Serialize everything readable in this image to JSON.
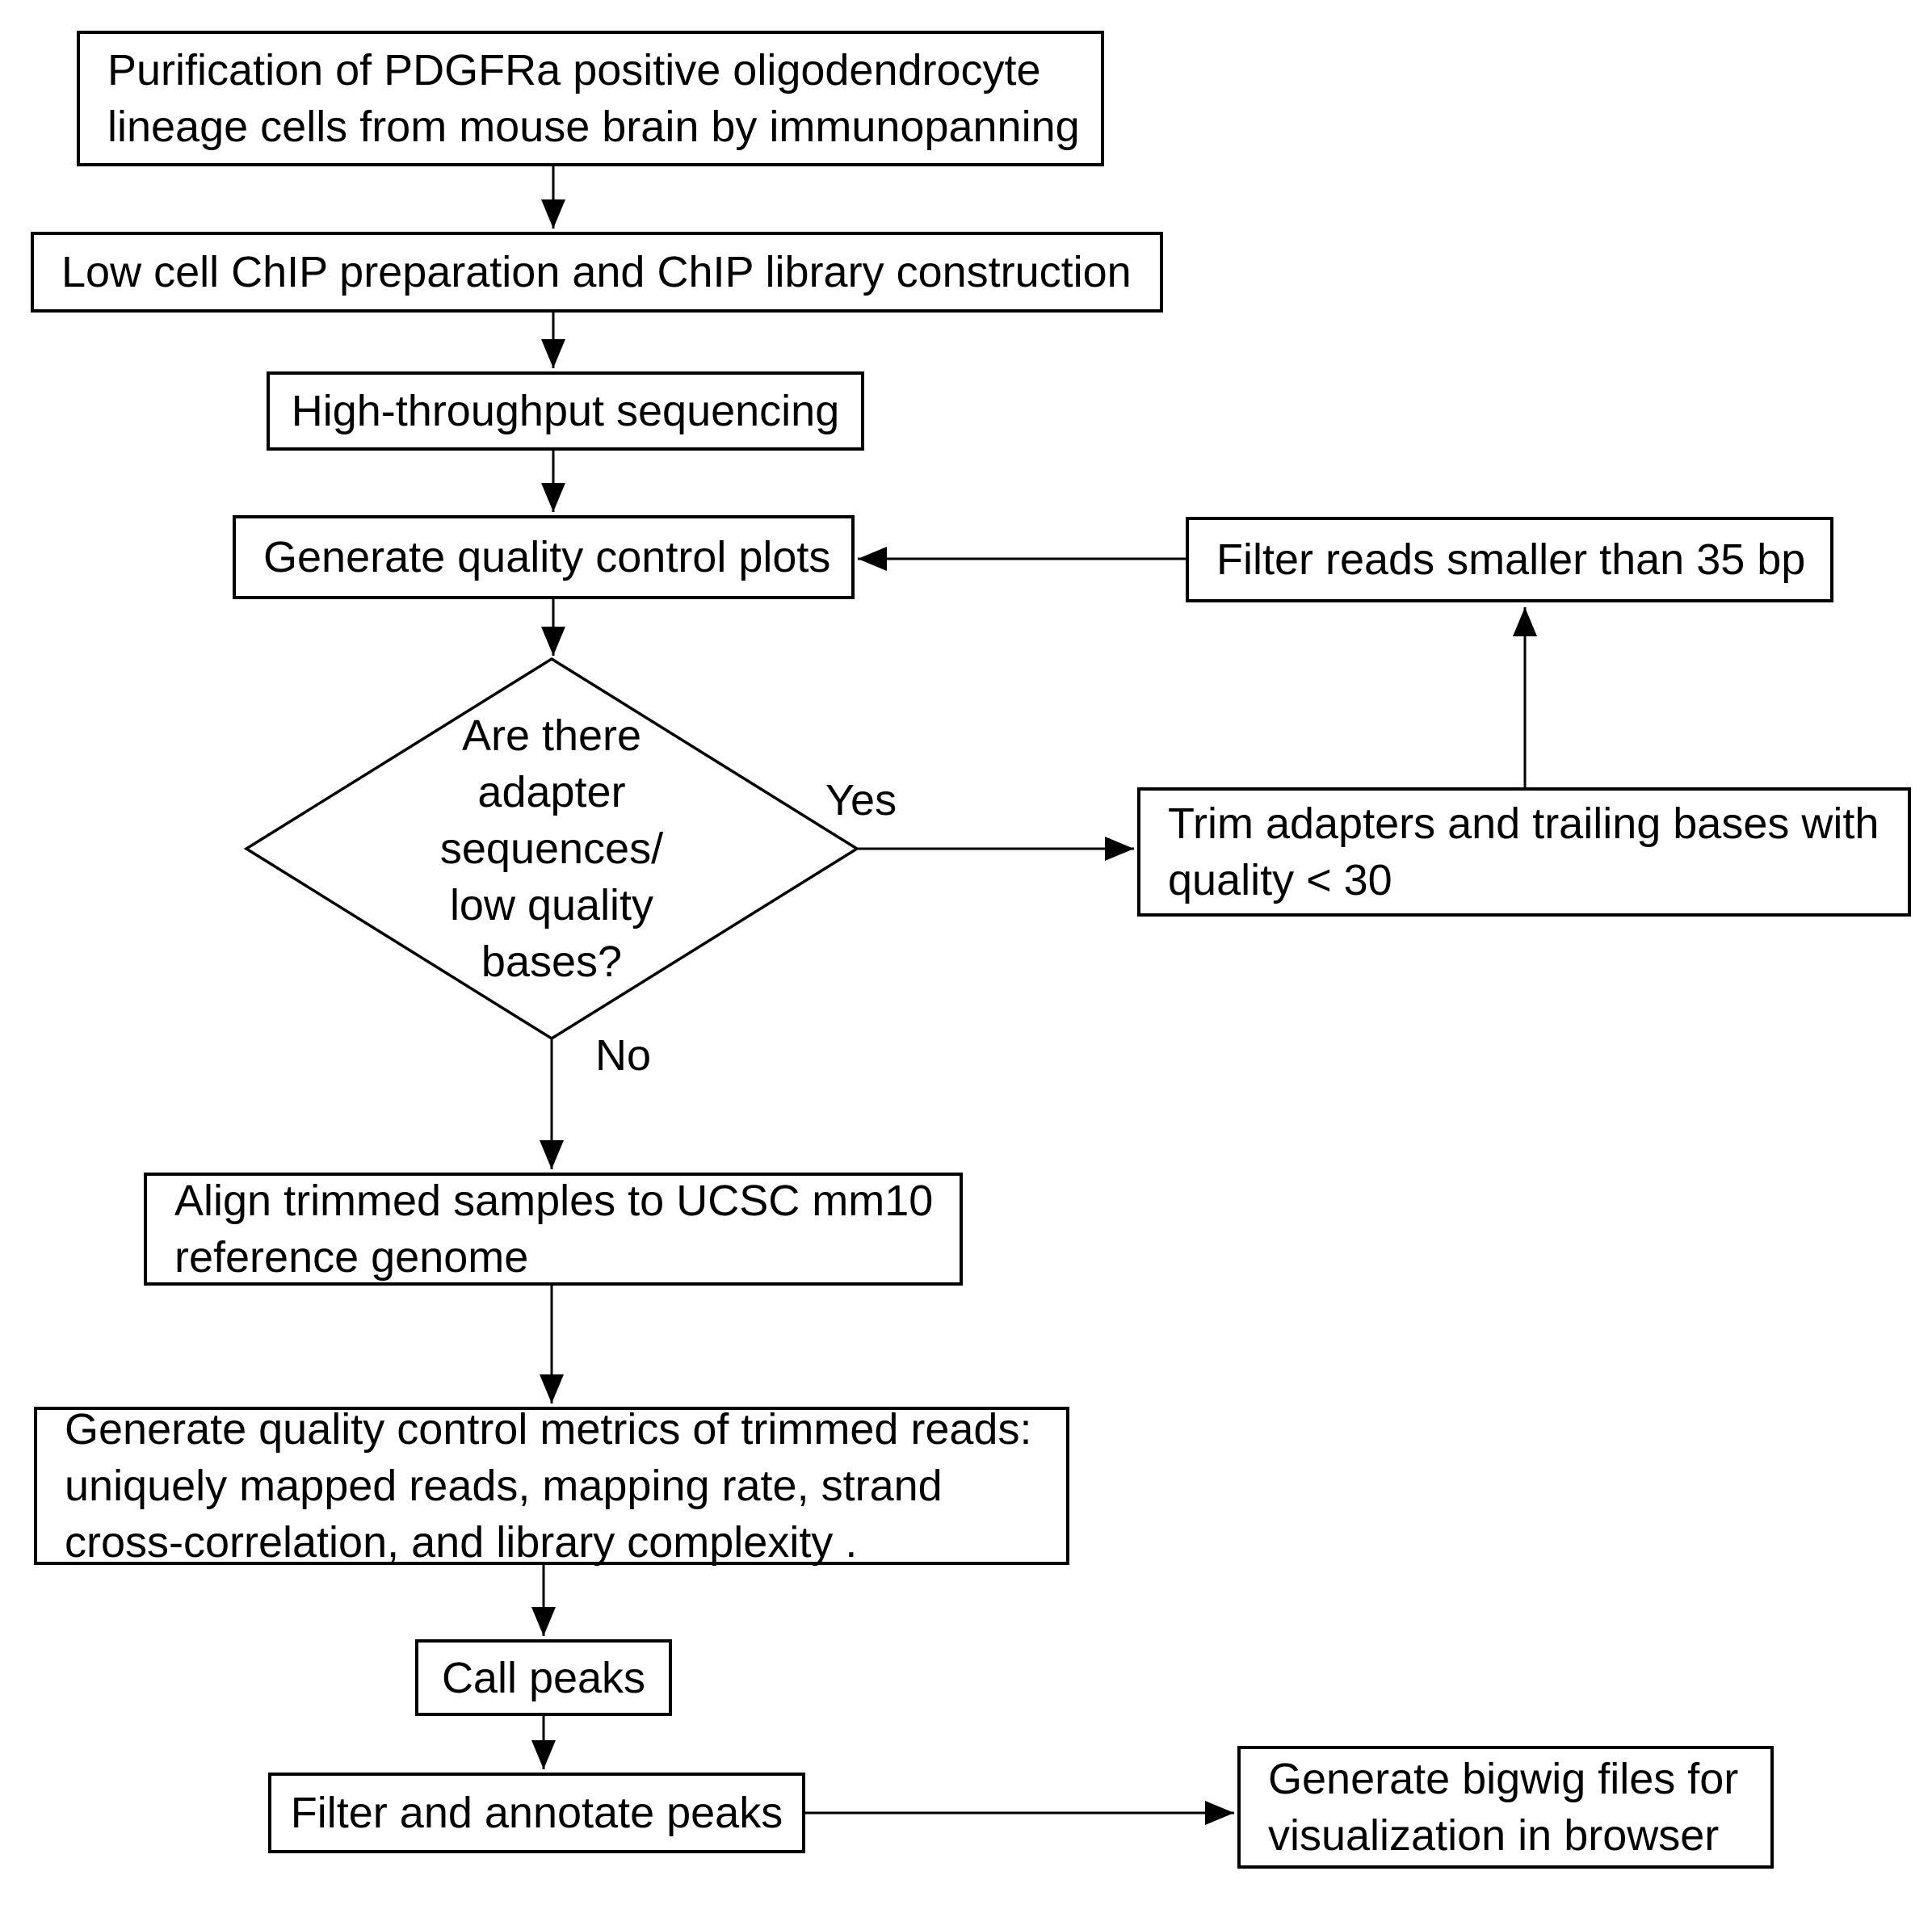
{
  "title": "ChIP-seq analysis pipeline flowchart",
  "colors": {
    "background": "#ffffff",
    "stroke": "#000000",
    "text": "#000000"
  },
  "nodes": {
    "purification": {
      "lines": [
        "Purification of PDGFRa positive oligodendrocyte",
        "lineage cells from mouse brain by immunopanning"
      ]
    },
    "low_cell_chip": {
      "lines": [
        "Low cell ChIP preparation and ChIP library construction"
      ]
    },
    "sequencing": {
      "lines": [
        "High-throughput sequencing"
      ]
    },
    "qc_plots": {
      "lines": [
        "Generate quality control plots"
      ]
    },
    "filter_reads": {
      "lines": [
        "Filter reads smaller than 35 bp"
      ]
    },
    "decision": {
      "lines": [
        "Are there",
        "adapter",
        "sequences/",
        "low quality",
        "bases?"
      ]
    },
    "trim": {
      "lines": [
        "Trim adapters and trailing bases with",
        "quality < 30"
      ]
    },
    "align": {
      "lines": [
        "Align trimmed samples to UCSC mm10",
        "reference genome"
      ]
    },
    "qc_metrics": {
      "lines": [
        "Generate quality control metrics of trimmed reads:",
        "uniquely mapped reads, mapping rate, strand",
        "cross-correlation, and library complexity ."
      ]
    },
    "call_peaks": {
      "lines": [
        "Call peaks"
      ]
    },
    "filter_annotate": {
      "lines": [
        "Filter and annotate peaks"
      ]
    },
    "bigwig": {
      "lines": [
        "Generate bigwig files for",
        "visualization in browser"
      ]
    }
  },
  "edge_labels": {
    "yes": "Yes",
    "no": "No"
  }
}
